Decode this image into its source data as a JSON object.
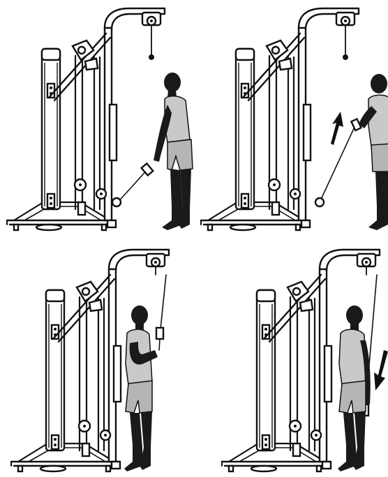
{
  "figure": {
    "layout": "2x2 grid",
    "panels": [
      {
        "position": "top-left",
        "exercise_phase": "start",
        "cable_from": "lower-pulley",
        "arrow": "none"
      },
      {
        "position": "top-right",
        "exercise_phase": "end",
        "cable_from": "lower-pulley",
        "arrow": "up"
      },
      {
        "position": "bottom-left",
        "exercise_phase": "start",
        "cable_from": "upper-pulley",
        "arrow": "none"
      },
      {
        "position": "bottom-right",
        "exercise_phase": "end",
        "cable_from": "upper-pulley",
        "arrow": "down"
      }
    ],
    "colors": {
      "line": "#111111",
      "shirt": "#c9c9c9",
      "shorts": "#b5b5b5",
      "skin": "#1a1a1a",
      "background": "#ffffff"
    }
  }
}
